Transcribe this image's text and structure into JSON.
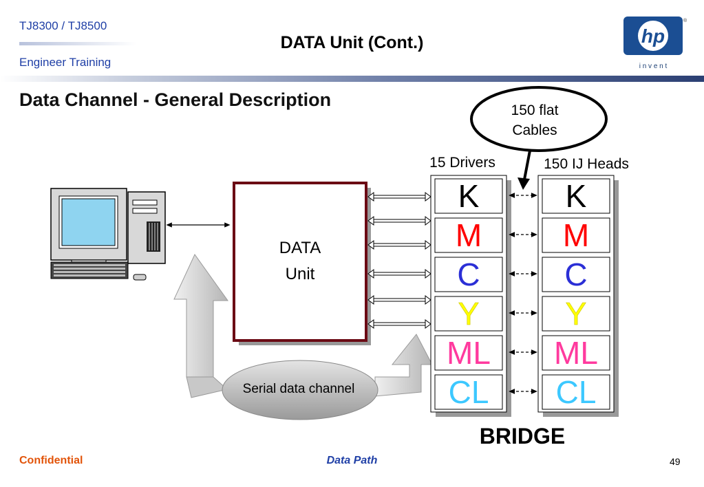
{
  "header": {
    "product": "TJ8300 / TJ8500",
    "subtitle": "Engineer  Training",
    "title": "DATA Unit (Cont.)",
    "logo_letters": "hp",
    "logo_tagline": "i n v e n t"
  },
  "section_title": "Data Channel - General Description",
  "diagram": {
    "data_unit_line1": "DATA",
    "data_unit_line2": "Unit",
    "serial_label": "Serial data channel",
    "callout_line1": "150 flat",
    "callout_line2": "Cables",
    "drivers_label": "15  Drivers",
    "heads_label": "150 IJ Heads",
    "bridge_label": "BRIDGE",
    "colors": [
      {
        "label": "K",
        "color": "#000000"
      },
      {
        "label": "M",
        "color": "#ff0000"
      },
      {
        "label": "C",
        "color": "#2b2fd6"
      },
      {
        "label": "Y",
        "color": "#ffff00"
      },
      {
        "label": "ML",
        "color": "#ff3a9e"
      },
      {
        "label": "CL",
        "color": "#3cc8ff"
      }
    ]
  },
  "footer": {
    "confidential": "Confidential",
    "topic": "Data Path",
    "page": "49"
  }
}
